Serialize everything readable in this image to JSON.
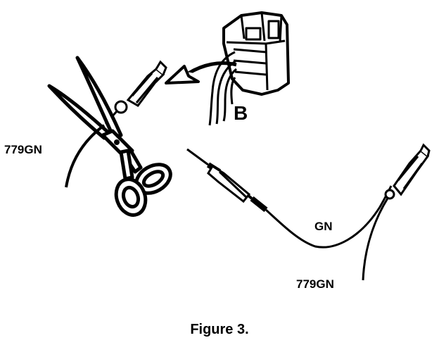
{
  "labels": {
    "connector_letter": "B",
    "wire_left": "779GN",
    "wire_splice": "GN",
    "wire_bottom": "779GN"
  },
  "caption": "Figure 3.",
  "colors": {
    "ink": "#000000",
    "paper": "#ffffff"
  }
}
